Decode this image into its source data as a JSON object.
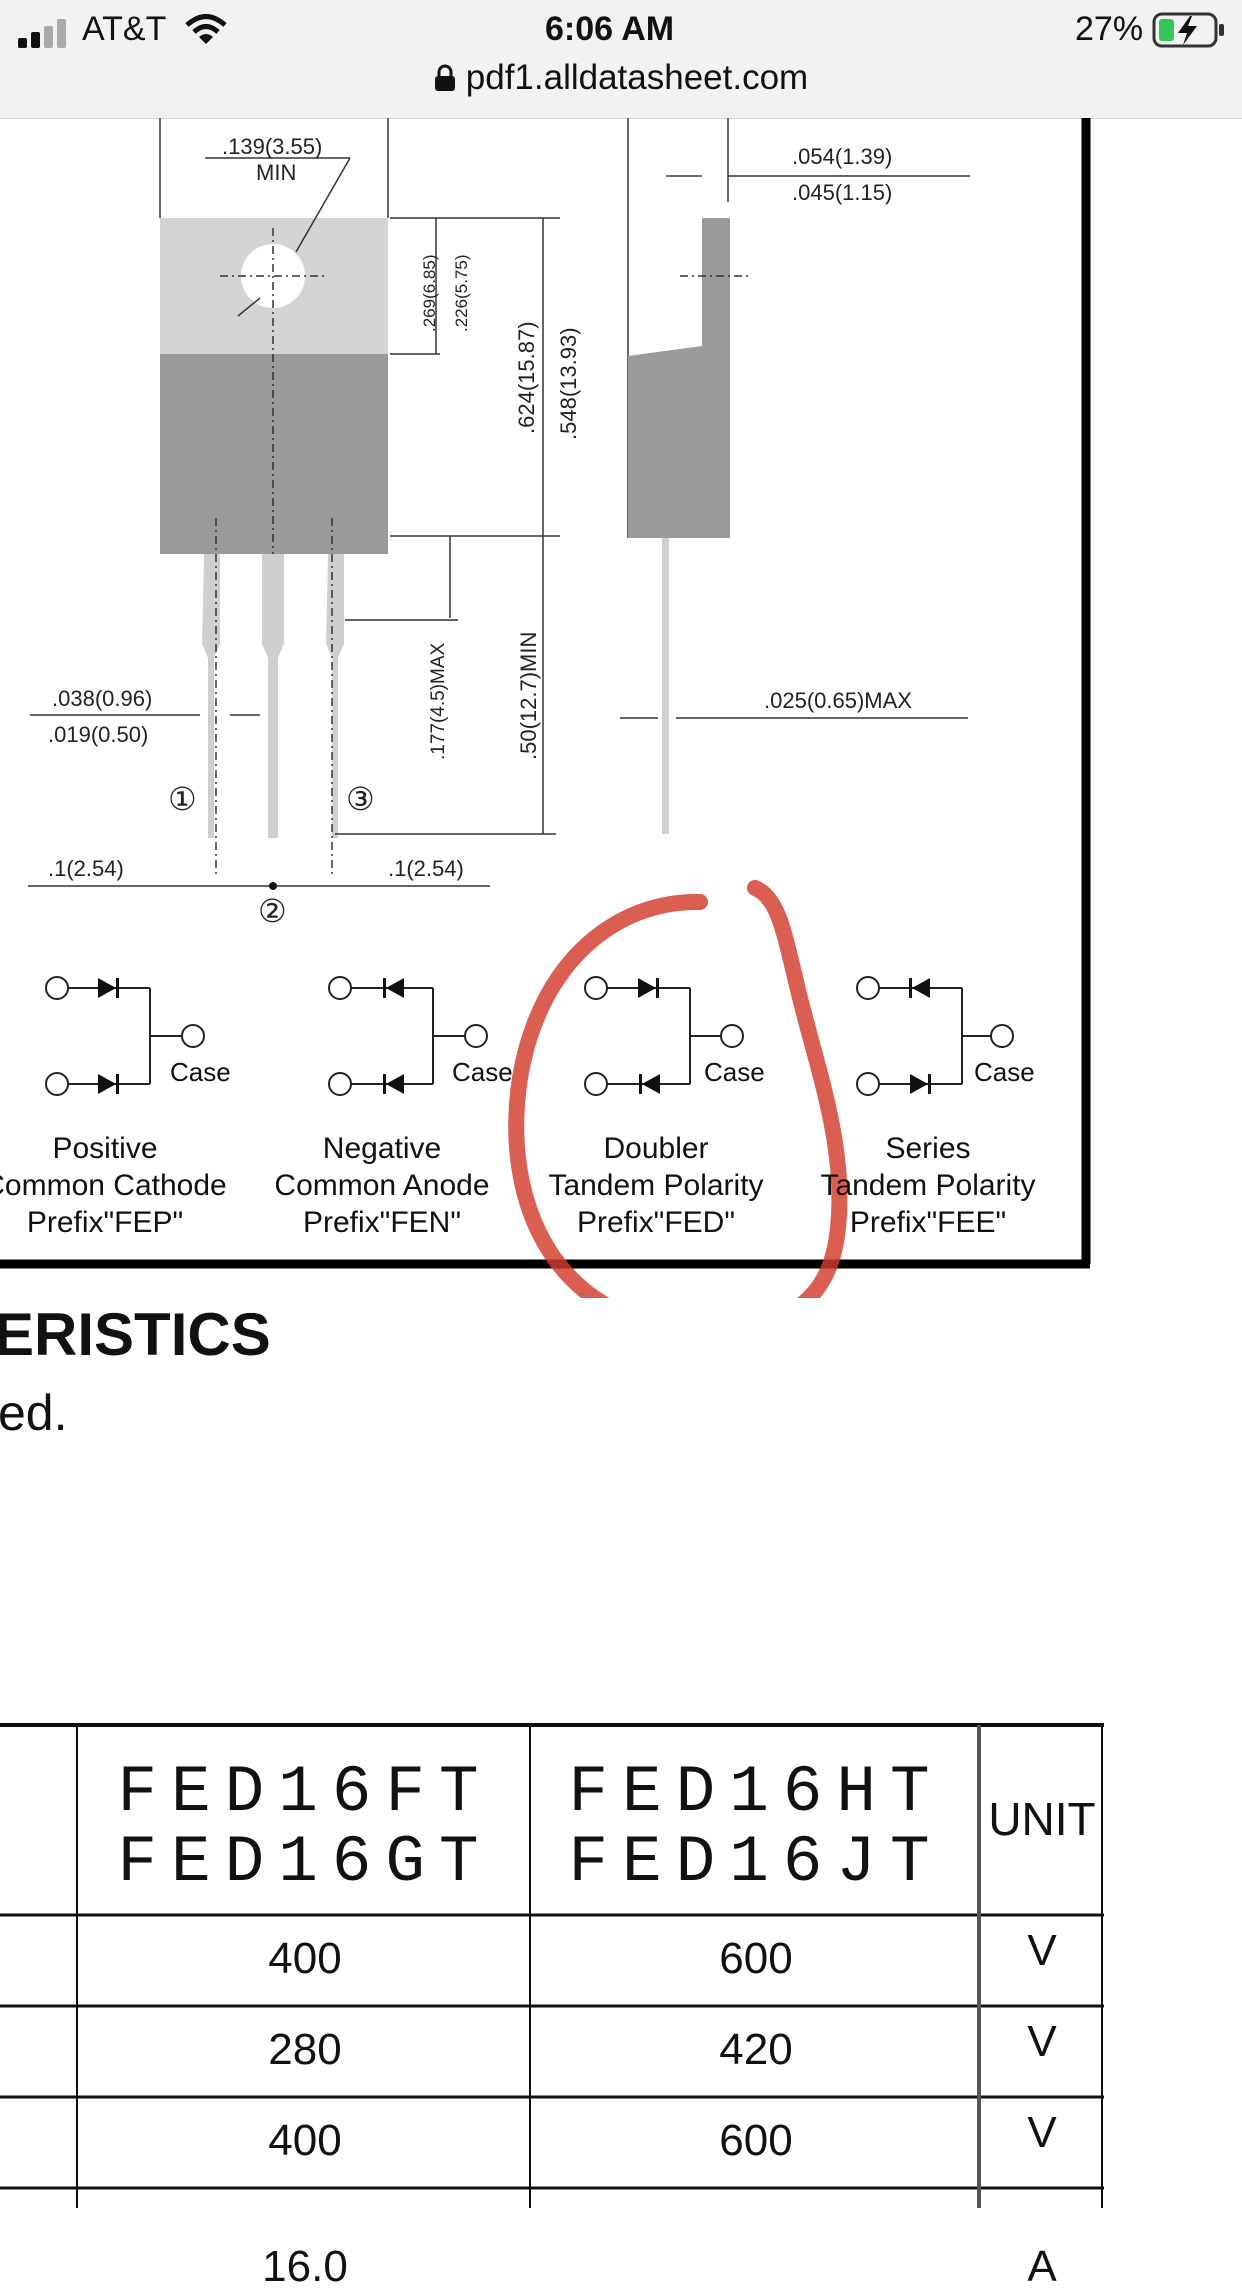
{
  "status_bar": {
    "carrier": "AT&T",
    "time": "6:06 AM",
    "battery_percent": "27%",
    "url": "pdf1.alldatasheet.com",
    "icons": [
      "signal-icon",
      "wifi-icon",
      "lock-icon",
      "battery-charging-icon"
    ]
  },
  "drawing": {
    "dims": {
      "hole_dia": ".139(3.55)",
      "hole_min": "MIN",
      "thick_top": ".054(1.39)",
      "thick_bottom": ".045(1.15)",
      "hole_pos_a": ".269(6.85)",
      "hole_pos_b": ".226(5.75)",
      "body_h_a": ".624(15.87)",
      "body_h_b": ".548(13.93)",
      "lead_w_a": ".038(0.96)",
      "lead_w_b": ".019(0.50)",
      "lead_shoulder": ".177(4.5)MAX",
      "lead_len": ".50(12.7)MIN",
      "lead_thk": ".025(0.65)MAX",
      "pitch_left": ".1(2.54)",
      "pitch_right": ".1(2.54)"
    },
    "pins": {
      "p1": "①",
      "p2": "②",
      "p3": "③"
    }
  },
  "configs": [
    {
      "line1": "Positive",
      "line2": "Common Cathode",
      "line3": "Prefix\"FEP\"",
      "case": "Case"
    },
    {
      "line1": "Negative",
      "line2": "Common Anode",
      "line3": "Prefix\"FEN\"",
      "case": "Case"
    },
    {
      "line1": "Doubler",
      "line2": "Tandem Polarity",
      "line3": "Prefix\"FED\"",
      "case": "Case"
    },
    {
      "line1": "Series",
      "line2": "Tandem Polarity",
      "line3": "Prefix\"FEE\"",
      "case": "Case"
    }
  ],
  "annotation_color": "#d23a2c",
  "section": {
    "heading": "ERISTICS",
    "subtext": "ed."
  },
  "table": {
    "headers": [
      {
        "line1": "FED16FT",
        "line2": "FED16GT"
      },
      {
        "line1": "FED16HT",
        "line2": "FED16JT"
      },
      {
        "line1": "UNIT"
      }
    ],
    "rows": [
      {
        "c1": "400",
        "c2": "600",
        "unit": "V"
      },
      {
        "c1": "280",
        "c2": "420",
        "unit": "V"
      },
      {
        "c1": "400",
        "c2": "600",
        "unit": "V"
      },
      {
        "c1": "16.0",
        "unit": "A"
      }
    ]
  }
}
